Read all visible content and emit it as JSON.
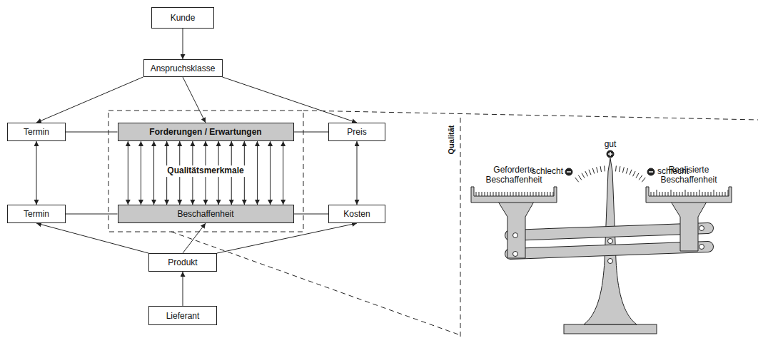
{
  "diagram": {
    "nodes": [
      {
        "text": [
          "Kunde"
        ]
      },
      {
        "text": [
          "Anspruchsklasse"
        ]
      },
      {
        "text": [
          "Termin"
        ]
      },
      {
        "text": [
          "Forderungen / Erwartungen"
        ]
      },
      {
        "text": [
          "Preis"
        ]
      },
      {
        "text": [
          "Termin"
        ]
      },
      {
        "text": [
          "Beschaffenheit"
        ]
      },
      {
        "text": [
          "Kosten"
        ]
      },
      {
        "text": [
          "Produkt"
        ]
      },
      {
        "text": [
          "Lieferant"
        ]
      }
    ],
    "edges": [
      {
        "from": 0,
        "to": 1,
        "arrow": "to"
      },
      {
        "from": 1,
        "to": 2,
        "arrow": "to"
      },
      {
        "from": 1,
        "to": 3,
        "arrow": "to"
      },
      {
        "from": 1,
        "to": 4,
        "arrow": "to"
      },
      {
        "from": 2,
        "to": 3,
        "arrow": "none"
      },
      {
        "from": 3,
        "to": 4,
        "arrow": "none"
      },
      {
        "from": 2,
        "to": 5,
        "arrow": "both"
      },
      {
        "from": 4,
        "to": 7,
        "arrow": "both"
      },
      {
        "from": 3,
        "to": 6,
        "arrow": "both"
      },
      {
        "from": 3,
        "to": 6,
        "arrow": "both"
      },
      {
        "from": 3,
        "to": 6,
        "arrow": "both"
      },
      {
        "from": 3,
        "to": 6,
        "arrow": "both"
      },
      {
        "from": 3,
        "to": 6,
        "arrow": "both"
      },
      {
        "from": 3,
        "to": 6,
        "arrow": "both"
      },
      {
        "from": 3,
        "to": 6,
        "arrow": "both"
      },
      {
        "from": 3,
        "to": 6,
        "arrow": "both"
      },
      {
        "from": 3,
        "to": 6,
        "arrow": "both"
      },
      {
        "from": 3,
        "to": 6,
        "arrow": "both"
      },
      {
        "from": 3,
        "to": 6,
        "arrow": "both"
      },
      {
        "from": 3,
        "to": 6,
        "arrow": "both"
      },
      {
        "from": 3,
        "to": 6,
        "arrow": "both"
      },
      {
        "from": 5,
        "to": 6,
        "arrow": "none"
      },
      {
        "from": 6,
        "to": 7,
        "arrow": "none"
      },
      {
        "from": 8,
        "to": 5,
        "arrow": "to"
      },
      {
        "from": 8,
        "to": 6,
        "arrow": "to"
      },
      {
        "from": 8,
        "to": 7,
        "arrow": "to"
      },
      {
        "from": 9,
        "to": 8,
        "arrow": "to"
      }
    ],
    "labels": [
      "Qualitätsmerkmale",
      "Qualität",
      "gut",
      "schlecht",
      "schlecht",
      "Geforderte Beschaffenheit",
      "Realisierte Beschaffenheit"
    ]
  }
}
